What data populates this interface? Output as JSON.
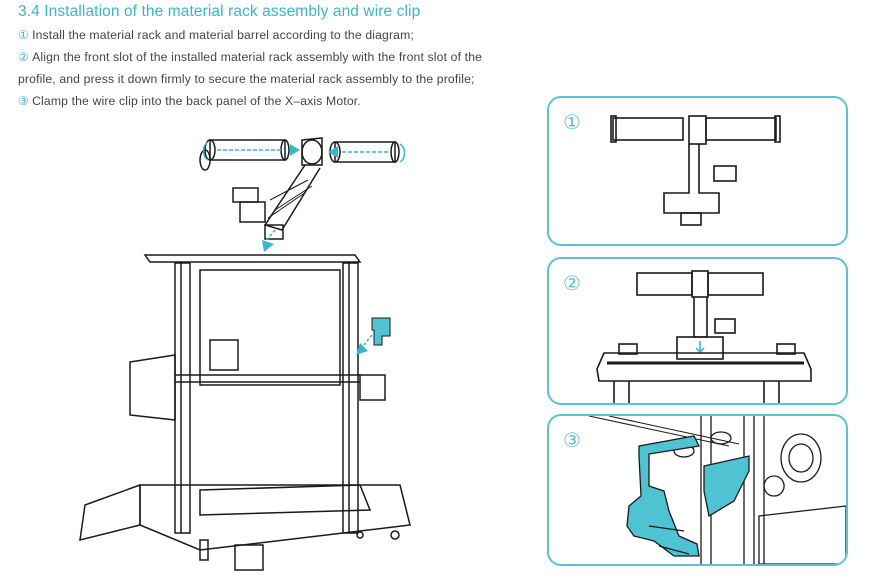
{
  "section": {
    "title": "3.4 Installation of the material rack assembly and wire clip",
    "steps": [
      {
        "num": "①",
        "text": "Install the material rack and material barrel according to the diagram;"
      },
      {
        "num": "②",
        "text": "Align the front slot of the installed material rack assembly with the front slot of the"
      },
      {
        "num": "",
        "text": "profile, and press it down firmly to secure the material rack assembly to the profile;"
      },
      {
        "num": "③",
        "text": "Clamp the wire clip into the back panel of the X–axis Motor."
      }
    ]
  },
  "panels": [
    {
      "num": "①",
      "illustration": "material-rack-assembled"
    },
    {
      "num": "②",
      "illustration": "rack-mounted-on-profile"
    },
    {
      "num": "③",
      "illustration": "wire-clip-on-x-axis-motor"
    }
  ],
  "colors": {
    "accent": "#3bb6c8",
    "panel_border": "#5bc3cf",
    "clip_fill": "#4fc3d1",
    "line": "#1a1a1a",
    "text": "#444444"
  }
}
